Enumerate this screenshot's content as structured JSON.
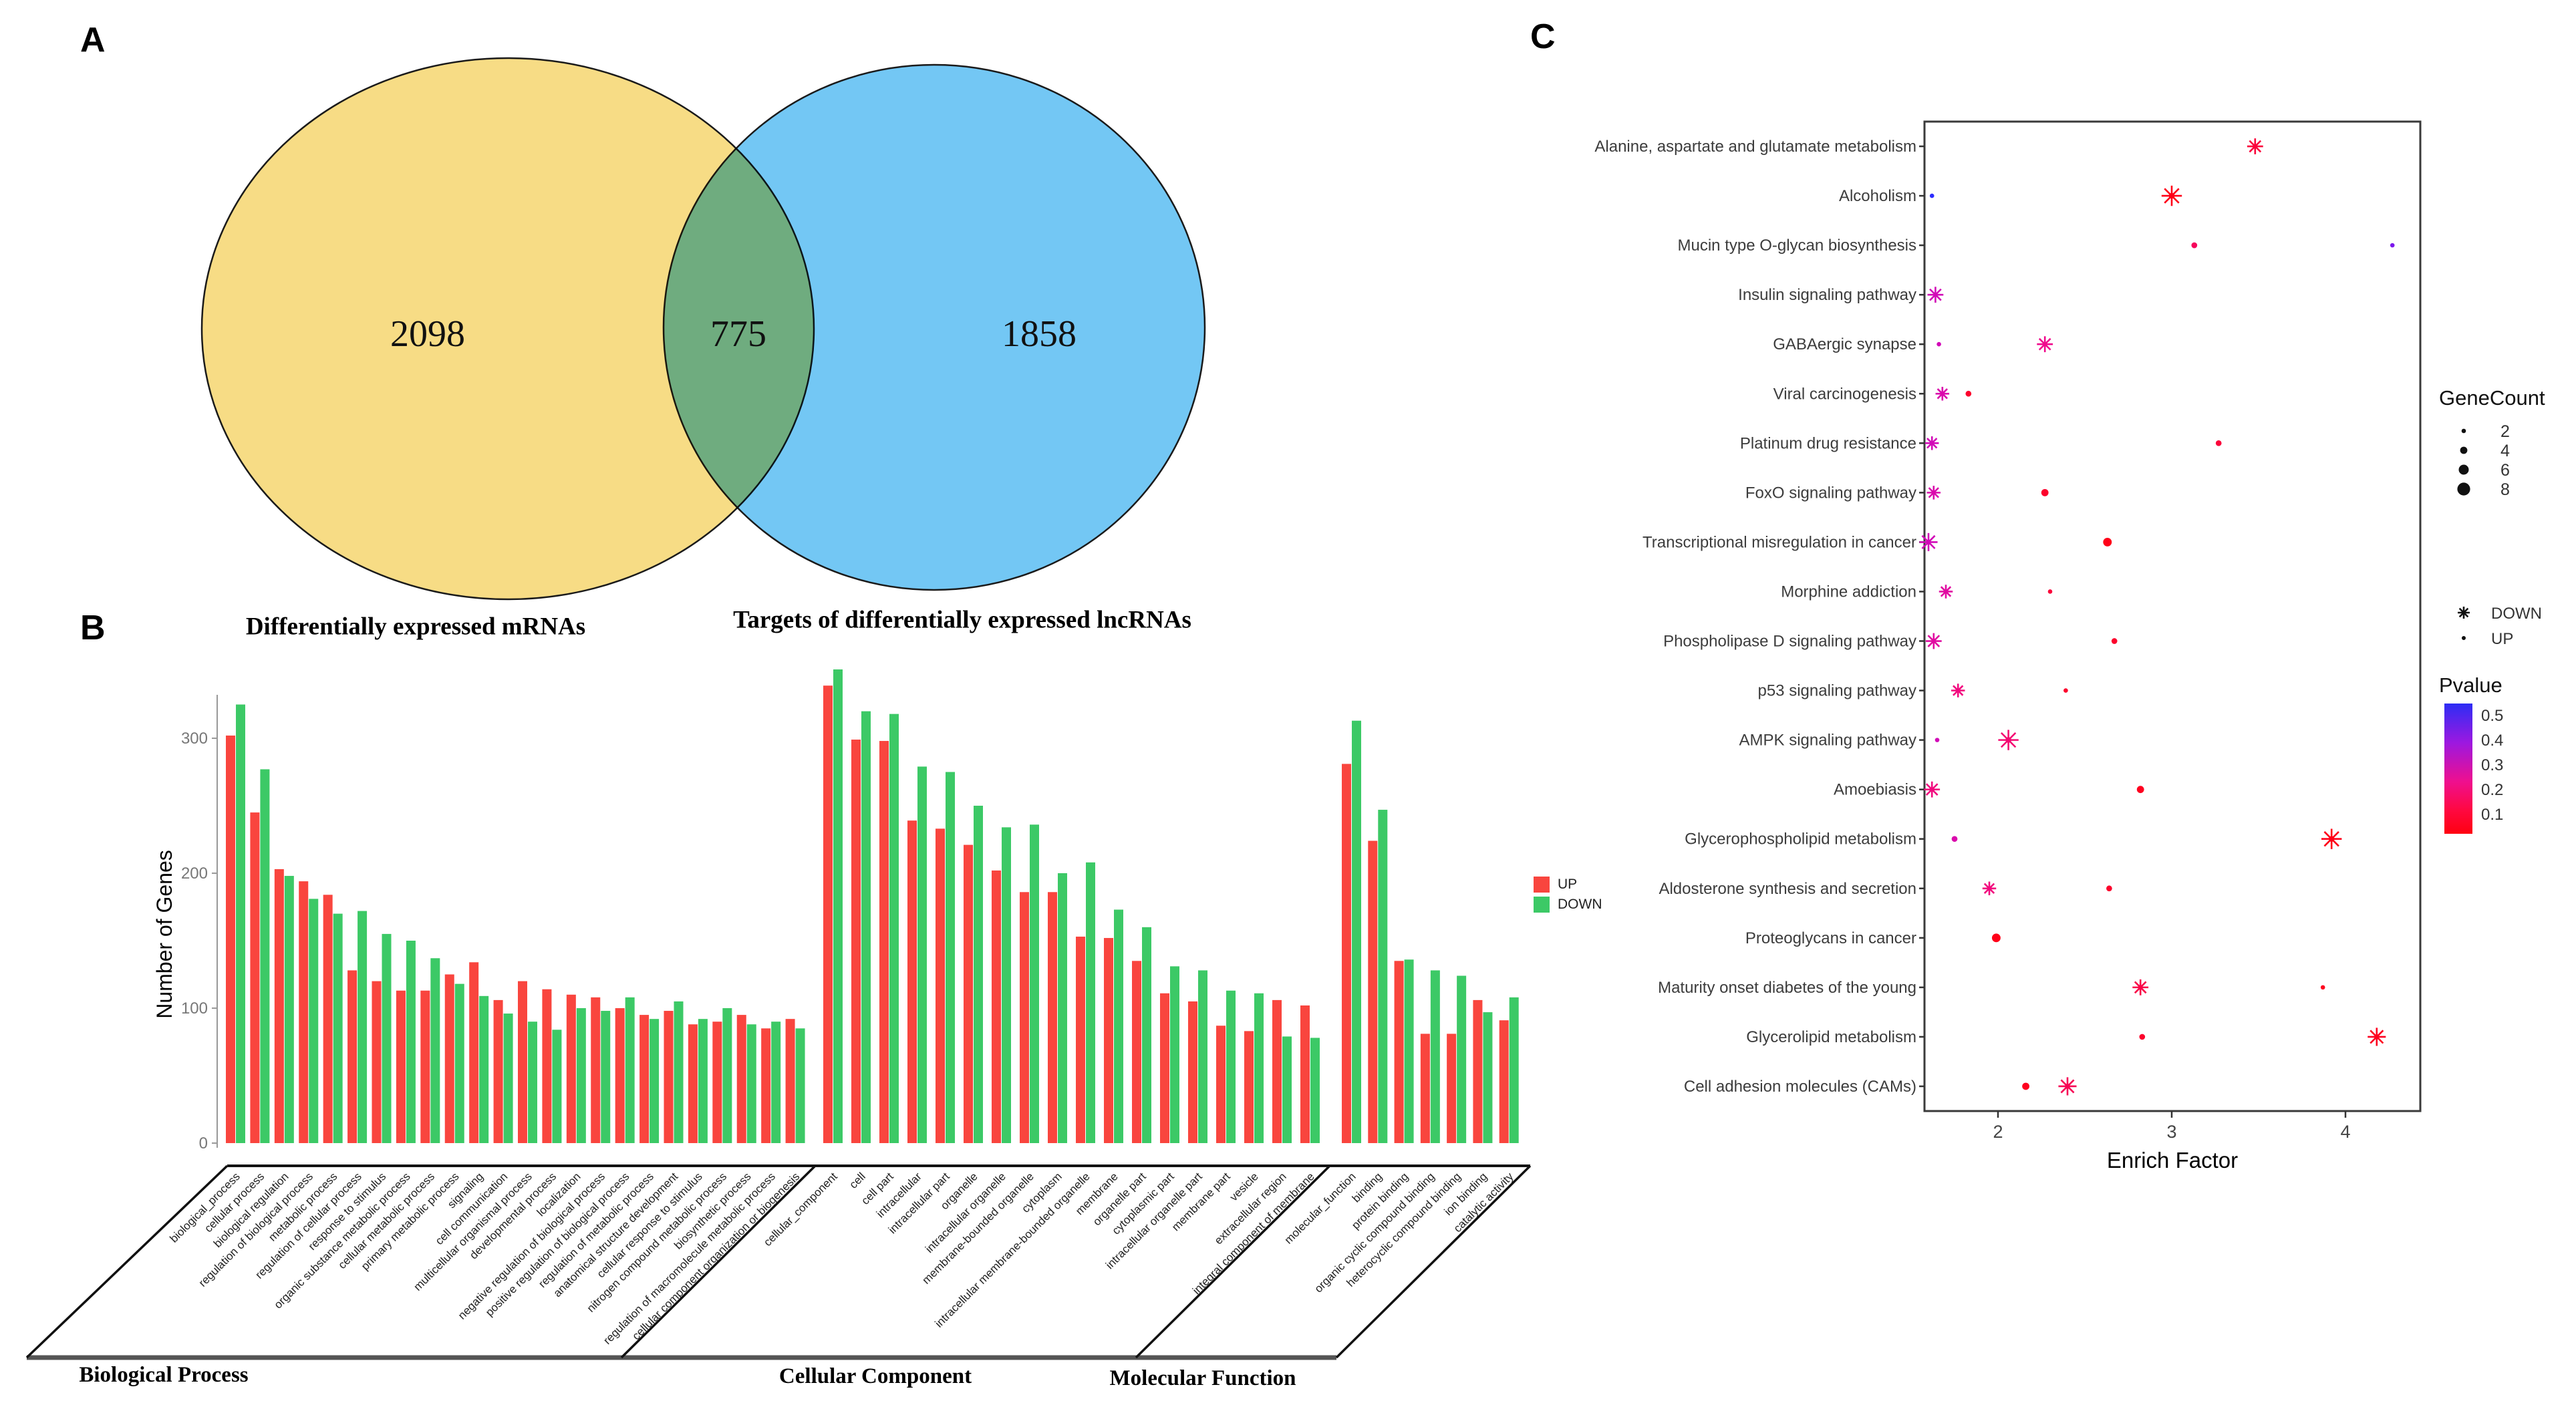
{
  "chart_data": [
    {
      "type": "venn",
      "panel_label": "A",
      "sets": [
        {
          "label": "Differentially expressed mRNAs",
          "value": "2098",
          "color": "#f7dc85"
        },
        {
          "label": "Targets of differentially expressed lncRNAs",
          "value": "1858",
          "color": "#73c7f4"
        }
      ],
      "overlap": {
        "value": "775"
      }
    },
    {
      "type": "bar",
      "panel_label": "B",
      "ylabel": "Number of Genes",
      "yticks": [
        0,
        100,
        200,
        300
      ],
      "ylim": [
        0,
        360
      ],
      "legend": {
        "up_label": "UP",
        "down_label": "DOWN",
        "up_color": "#f9453e",
        "down_color": "#3cc966"
      },
      "groups": [
        {
          "name": "Biological Process",
          "bars": [
            {
              "term": "biological_process",
              "up": 302,
              "down": 325
            },
            {
              "term": "cellular process",
              "up": 245,
              "down": 277
            },
            {
              "term": "biological regulation",
              "up": 203,
              "down": 198
            },
            {
              "term": "regulation of biological process",
              "up": 194,
              "down": 181
            },
            {
              "term": "metabolic process",
              "up": 184,
              "down": 170
            },
            {
              "term": "regulation of cellular process",
              "up": 128,
              "down": 172
            },
            {
              "term": "response to stimulus",
              "up": 120,
              "down": 155
            },
            {
              "term": "organic substance metabolic process",
              "up": 113,
              "down": 150
            },
            {
              "term": "cellular metabolic process",
              "up": 113,
              "down": 137
            },
            {
              "term": "primary metabolic process",
              "up": 125,
              "down": 118
            },
            {
              "term": "signaling",
              "up": 134,
              "down": 109
            },
            {
              "term": "cell communication",
              "up": 106,
              "down": 96
            },
            {
              "term": "multicellular organismal process",
              "up": 120,
              "down": 90
            },
            {
              "term": "developmental process",
              "up": 114,
              "down": 84
            },
            {
              "term": "localization",
              "up": 110,
              "down": 100
            },
            {
              "term": "negative regulation of biological process",
              "up": 108,
              "down": 98
            },
            {
              "term": "positive regulation of biological process",
              "up": 100,
              "down": 108
            },
            {
              "term": "regulation of metabolic process",
              "up": 95,
              "down": 92
            },
            {
              "term": "anatomical structure development",
              "up": 98,
              "down": 105
            },
            {
              "term": "cellular response to stimulus",
              "up": 88,
              "down": 92
            },
            {
              "term": "nitrogen compound metabolic process",
              "up": 90,
              "down": 100
            },
            {
              "term": "biosynthetic process",
              "up": 95,
              "down": 88
            },
            {
              "term": "regulation of macromolecule metabolic process",
              "up": 85,
              "down": 90
            },
            {
              "term": "cellular component organization or biogenesis",
              "up": 92,
              "down": 85
            }
          ]
        },
        {
          "name": "Cellular Component",
          "bars": [
            {
              "term": "cellular_component",
              "up": 339,
              "down": 351
            },
            {
              "term": "cell",
              "up": 299,
              "down": 320
            },
            {
              "term": "cell part",
              "up": 298,
              "down": 318
            },
            {
              "term": "intracellular",
              "up": 239,
              "down": 279
            },
            {
              "term": "intracellular part",
              "up": 233,
              "down": 275
            },
            {
              "term": "organelle",
              "up": 221,
              "down": 250
            },
            {
              "term": "intracellular organelle",
              "up": 202,
              "down": 234
            },
            {
              "term": "membrane-bounded organelle",
              "up": 186,
              "down": 236
            },
            {
              "term": "cytoplasm",
              "up": 186,
              "down": 200
            },
            {
              "term": "intracellular membrane-bounded organelle",
              "up": 153,
              "down": 208
            },
            {
              "term": "membrane",
              "up": 152,
              "down": 173
            },
            {
              "term": "organelle part",
              "up": 135,
              "down": 160
            },
            {
              "term": "cytoplasmic part",
              "up": 111,
              "down": 131
            },
            {
              "term": "intracellular organelle part",
              "up": 105,
              "down": 128
            },
            {
              "term": "membrane part",
              "up": 87,
              "down": 113
            },
            {
              "term": "vesicle",
              "up": 83,
              "down": 111
            },
            {
              "term": "extracellular region",
              "up": 106,
              "down": 79
            },
            {
              "term": "integral component of membrane",
              "up": 102,
              "down": 78
            }
          ]
        },
        {
          "name": "Molecular Function",
          "bars": [
            {
              "term": "molecular_function",
              "up": 281,
              "down": 313
            },
            {
              "term": "binding",
              "up": 224,
              "down": 247
            },
            {
              "term": "protein binding",
              "up": 135,
              "down": 136
            },
            {
              "term": "organic cyclic compound binding",
              "up": 81,
              "down": 128
            },
            {
              "term": "heterocyclic compound binding",
              "up": 81,
              "down": 124
            },
            {
              "term": "ion binding",
              "up": 106,
              "down": 97
            },
            {
              "term": "catalytic activity",
              "up": 91,
              "down": 108
            }
          ]
        }
      ]
    },
    {
      "type": "scatter",
      "panel_label": "C",
      "xlabel": "Enrich Factor",
      "xticks": [
        2,
        3,
        4
      ],
      "xlim": [
        1.57,
        4.43
      ],
      "legend": {
        "genecount": {
          "title": "GeneCount",
          "sizes": [
            2,
            4,
            6,
            8
          ]
        },
        "shape": {
          "down_label": "DOWN",
          "up_label": "UP"
        },
        "pvalue": {
          "title": "Pvalue",
          "ticks": [
            0.5,
            0.4,
            0.3,
            0.2,
            0.1
          ]
        }
      },
      "pathways": [
        {
          "name": "Alanine, aspartate and glutamate metabolism",
          "markers": [
            {
              "type": "down",
              "enrich": 3.48,
              "count": 6,
              "pvalue": 0.1
            }
          ]
        },
        {
          "name": "Alcoholism",
          "markers": [
            {
              "type": "down",
              "enrich": 3.0,
              "count": 8,
              "pvalue": 0.04
            },
            {
              "type": "up",
              "enrich": 1.62,
              "count": 2,
              "pvalue": 0.55
            }
          ]
        },
        {
          "name": "Mucin type O-glycan biosynthesis",
          "markers": [
            {
              "type": "up",
              "enrich": 3.13,
              "count": 3,
              "pvalue": 0.15
            },
            {
              "type": "up",
              "enrich": 4.27,
              "count": 2,
              "pvalue": 0.45
            }
          ]
        },
        {
          "name": "Insulin signaling pathway",
          "markers": [
            {
              "type": "down",
              "enrich": 1.64,
              "count": 6,
              "pvalue": 0.3
            }
          ]
        },
        {
          "name": "GABAergic synapse",
          "markers": [
            {
              "type": "down",
              "enrich": 2.27,
              "count": 6,
              "pvalue": 0.22
            },
            {
              "type": "up",
              "enrich": 1.66,
              "count": 2,
              "pvalue": 0.3
            }
          ]
        },
        {
          "name": "Viral carcinogenesis",
          "markers": [
            {
              "type": "down",
              "enrich": 1.68,
              "count": 5,
              "pvalue": 0.28
            },
            {
              "type": "up",
              "enrich": 1.83,
              "count": 3,
              "pvalue": 0.08
            }
          ]
        },
        {
          "name": "Platinum drug resistance",
          "markers": [
            {
              "type": "down",
              "enrich": 1.62,
              "count": 5,
              "pvalue": 0.3
            },
            {
              "type": "up",
              "enrich": 3.27,
              "count": 3,
              "pvalue": 0.1
            }
          ]
        },
        {
          "name": "FoxO signaling pathway",
          "markers": [
            {
              "type": "down",
              "enrich": 1.63,
              "count": 5,
              "pvalue": 0.28
            },
            {
              "type": "up",
              "enrich": 2.27,
              "count": 4,
              "pvalue": 0.08
            }
          ]
        },
        {
          "name": "Transcriptional misregulation in cancer",
          "markers": [
            {
              "type": "down",
              "enrich": 1.6,
              "count": 7,
              "pvalue": 0.3
            },
            {
              "type": "up",
              "enrich": 2.63,
              "count": 5,
              "pvalue": 0.05
            }
          ]
        },
        {
          "name": "Morphine addiction",
          "markers": [
            {
              "type": "down",
              "enrich": 1.7,
              "count": 5,
              "pvalue": 0.26
            },
            {
              "type": "up",
              "enrich": 2.3,
              "count": 2,
              "pvalue": 0.1
            }
          ]
        },
        {
          "name": "Phospholipase D signaling pathway",
          "markers": [
            {
              "type": "down",
              "enrich": 1.63,
              "count": 6,
              "pvalue": 0.26
            },
            {
              "type": "up",
              "enrich": 2.67,
              "count": 3,
              "pvalue": 0.08
            }
          ]
        },
        {
          "name": "p53 signaling pathway",
          "markers": [
            {
              "type": "down",
              "enrich": 1.77,
              "count": 5,
              "pvalue": 0.2
            },
            {
              "type": "up",
              "enrich": 2.39,
              "count": 2,
              "pvalue": 0.08
            }
          ]
        },
        {
          "name": "AMPK signaling pathway",
          "markers": [
            {
              "type": "down",
              "enrich": 2.06,
              "count": 8,
              "pvalue": 0.18
            },
            {
              "type": "up",
              "enrich": 1.65,
              "count": 2,
              "pvalue": 0.3
            }
          ]
        },
        {
          "name": "Amoebiasis",
          "markers": [
            {
              "type": "down",
              "enrich": 1.62,
              "count": 6,
              "pvalue": 0.2
            },
            {
              "type": "up",
              "enrich": 2.82,
              "count": 4,
              "pvalue": 0.06
            }
          ]
        },
        {
          "name": "Glycerophospholipid metabolism",
          "markers": [
            {
              "type": "down",
              "enrich": 3.92,
              "count": 8,
              "pvalue": 0.04
            },
            {
              "type": "up",
              "enrich": 1.75,
              "count": 3,
              "pvalue": 0.28
            }
          ]
        },
        {
          "name": "Aldosterone synthesis and secretion",
          "markers": [
            {
              "type": "down",
              "enrich": 1.95,
              "count": 5,
              "pvalue": 0.2
            },
            {
              "type": "up",
              "enrich": 2.64,
              "count": 3,
              "pvalue": 0.08
            }
          ]
        },
        {
          "name": "Proteoglycans in cancer",
          "markers": [
            {
              "type": "up",
              "enrich": 1.99,
              "count": 5,
              "pvalue": 0.05
            }
          ]
        },
        {
          "name": "Maturity onset diabetes of the young",
          "markers": [
            {
              "type": "down",
              "enrich": 2.82,
              "count": 6,
              "pvalue": 0.12
            },
            {
              "type": "up",
              "enrich": 3.87,
              "count": 2,
              "pvalue": 0.06
            }
          ]
        },
        {
          "name": "Glycerolipid metabolism",
          "markers": [
            {
              "type": "down",
              "enrich": 4.18,
              "count": 7,
              "pvalue": 0.06
            },
            {
              "type": "up",
              "enrich": 2.83,
              "count": 3,
              "pvalue": 0.08
            }
          ]
        },
        {
          "name": "Cell adhesion molecules (CAMs)",
          "markers": [
            {
              "type": "down",
              "enrich": 2.4,
              "count": 7,
              "pvalue": 0.14
            },
            {
              "type": "up",
              "enrich": 2.16,
              "count": 4,
              "pvalue": 0.06
            }
          ]
        }
      ]
    }
  ]
}
